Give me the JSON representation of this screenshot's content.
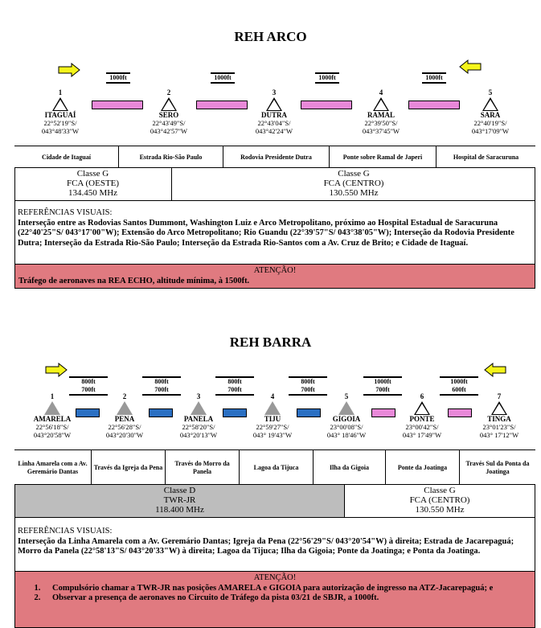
{
  "arco": {
    "title": "REH ARCO",
    "waypoints": [
      {
        "num": "1",
        "name": "ITAGUAÍ",
        "lat": "22°52'19\"S/",
        "lon": "043°48'33\"W"
      },
      {
        "num": "2",
        "name": "SERO",
        "lat": "22°43'49\"S/",
        "lon": "043°42'57\"W"
      },
      {
        "num": "3",
        "name": "DUTRA",
        "lat": "22°43'04\"S/",
        "lon": "043°42'24\"W"
      },
      {
        "num": "4",
        "name": "RAMAL",
        "lat": "22°39'50\"S/",
        "lon": "043°37'45\"W"
      },
      {
        "num": "5",
        "name": "SARA",
        "lat": "22°40'19\"S/",
        "lon": "043°17'09\"W"
      }
    ],
    "altitudes": [
      "1000ft",
      "1000ft",
      "1000ft",
      "1000ft"
    ],
    "references": [
      "Cidade de Itaguaí",
      "Estrada Rio-São Paulo",
      "Rodovia Presidente Dutra",
      "Ponte sobre Ramal de Japeri",
      "Hospital de Saracuruna"
    ],
    "class_left": {
      "cls": "Classe G",
      "unit": "FCA (OESTE)",
      "freq": "134.450 MHz"
    },
    "class_right": {
      "cls": "Classe G",
      "unit": "FCA (CENTRO)",
      "freq": "130.550 MHz"
    },
    "visual_ref_header": "REFERÊNCIAS VISUAIS:",
    "visual_ref_text": "Interseção entre as Rodovias Santos Dummont, Washington Luiz e Arco Metropolitano, próximo ao Hospital Estadual de Saracuruna (22°40'25\"S/ 043°17'00\"W); Extensão do Arco Metropolitano; Rio Guandu (22°39'57\"S/ 043°38'05\"W); Interseção da Rodovia Presidente Dutra; Interseção da Estrada Rio-São Paulo; Interseção da Estrada Rio-Santos com a Av. Cruz de Brito; e Cidade de Itaguaí.",
    "attention_header": "ATENÇÃO!",
    "attention_text": "Tráfego de aeronaves na REA ECHO, altitude mínima, à 1500ft."
  },
  "barra": {
    "title": "REH BARRA",
    "waypoints": [
      {
        "num": "1",
        "name": "AMARELA",
        "lat": "22°56'18\"S/",
        "lon": "043°20'58\"W"
      },
      {
        "num": "2",
        "name": "PENA",
        "lat": "22°56'28\"S/",
        "lon": "043°20'30\"W"
      },
      {
        "num": "3",
        "name": "PANELA",
        "lat": "22°58'20\"S/",
        "lon": "043°20'13\"W"
      },
      {
        "num": "4",
        "name": "TIJU",
        "lat": "22°59'27\"S/",
        "lon": "043° 19'43\"W"
      },
      {
        "num": "5",
        "name": "GIGOIA",
        "lat": "23°00'08\"S/",
        "lon": "043° 18'46\"W"
      },
      {
        "num": "6",
        "name": "PONTE",
        "lat": "23°00'42\"S/",
        "lon": "043° 17'49\"W"
      },
      {
        "num": "7",
        "name": "TINGA",
        "lat": "23°01'23\"S/",
        "lon": "043° 17'12\"W"
      }
    ],
    "altitudes": [
      {
        "top": "800ft",
        "bottom": "700ft"
      },
      {
        "top": "800ft",
        "bottom": "700ft"
      },
      {
        "top": "800ft",
        "bottom": "700ft"
      },
      {
        "top": "800ft",
        "bottom": "700ft"
      },
      {
        "top": "1000ft",
        "bottom": "700ft"
      },
      {
        "top": "1000ft",
        "bottom": "600ft"
      }
    ],
    "references": [
      "Linha Amarela com a Av. Geremário Dantas",
      "Través da Igreja da Pena",
      "Través do Morro da Panela",
      "Lagoa da Tijuca",
      "Ilha da Gigoia",
      "Ponte da Joatinga",
      "Través Sul da Ponta da Joatinga"
    ],
    "class_left": {
      "cls": "Classe D",
      "unit": "TWR-JR",
      "freq": "118.400 MHz",
      "color": "#bdbdbd"
    },
    "class_right": {
      "cls": "Classe G",
      "unit": "FCA (CENTRO)",
      "freq": "130.550 MHz"
    },
    "visual_ref_header": "REFERÊNCIAS VISUAIS:",
    "visual_ref_text": "Interseção da Linha Amarela com a Av. Geremário Dantas; Igreja da Pena (22°56'29\"S/ 043°20'54\"W) à direita; Estrada de Jacarepaguá; Morro da Panela (22°58'13\"S/ 043°20'33\"W) à direita; Lagoa da Tijuca; Ilha da Gigoia; Ponte da Joatinga; e Ponta da Joatinga.",
    "attention_header": "ATENÇÃO!",
    "attention_items": [
      "Compulsório chamar a TWR-JR nas posições AMARELA e GIGOIA para autorização de ingresso na ATZ-Jacarepaguá; e",
      "Observar a presença de aeronaves no Circuito de Tráfego da pista 03/21 de SBJR, a 1000ft."
    ]
  },
  "colors": {
    "route_pink": "#e888d8",
    "route_blue": "#2a6fc2",
    "arrow_yellow": "#f5f51a",
    "attention": "#e07a80"
  },
  "icons": [
    "arrow-right-icon",
    "arrow-left-icon",
    "waypoint-triangle-icon"
  ]
}
